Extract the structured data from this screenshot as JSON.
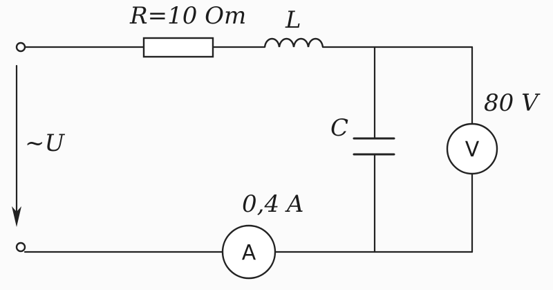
{
  "labels": {
    "resistor": "R=10 Om",
    "inductor": "L",
    "capacitor": "C",
    "source": "~U",
    "voltmeter_reading": "80 V",
    "ammeter_reading": "0,4 A"
  },
  "meters": {
    "voltmeter_symbol": "V",
    "ammeter_symbol": "A"
  },
  "colors": {
    "ink": "#222222",
    "paper": "#fbfbfb"
  }
}
